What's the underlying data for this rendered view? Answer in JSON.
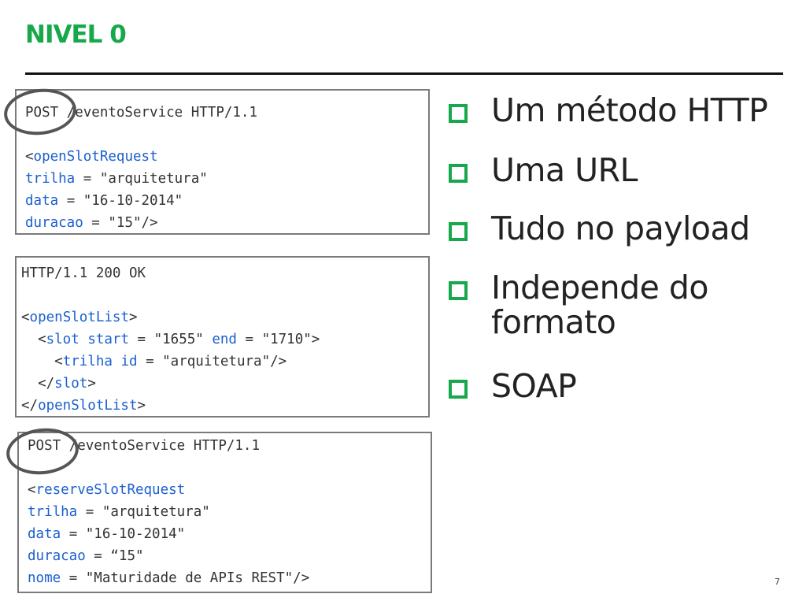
{
  "slide": {
    "title": "NIVEL 0",
    "page_number": "7"
  },
  "request1": {
    "line1": "POST /eventoService HTTP/1.1",
    "open_tag_prefix": "<",
    "open_tag_name": "openSlotRequest",
    "attr1_name": "trilha",
    "attr1_eq": " = ",
    "attr1_value": "\"arquitetura\"",
    "attr2_name": "data",
    "attr2_eq": " = ",
    "attr2_value": "\"16-10-2014\"",
    "attr3_name": "duracao",
    "attr3_eq": " = ",
    "attr3_value": "\"15\"/>"
  },
  "response": {
    "line1": "HTTP/1.1 200 OK",
    "l3_pre": "<",
    "l3_tag": "openSlotList",
    "l3_post": ">",
    "l4_pre": "  <",
    "l4_tag": "slot",
    "l4_attr1": "start",
    "l4_mid1": " = \"1655\" ",
    "l4_attr2": "end",
    "l4_mid2": " = \"1710\">",
    "l5_pre": "    <",
    "l5_tag": "trilha",
    "l5_attr": "id",
    "l5_post": " = \"arquitetura\"/>",
    "l6_pre": "  </",
    "l6_tag": "slot",
    "l6_post": ">",
    "l7_pre": "</",
    "l7_tag": "openSlotList",
    "l7_post": ">"
  },
  "request2": {
    "line1": "POST /eventoService HTTP/1.1",
    "open_tag_prefix": "<",
    "open_tag_name": "reserveSlotRequest",
    "attr1_name": "trilha",
    "attr1_rest": " = \"arquitetura\"",
    "attr2_name": "data",
    "attr2_rest": " = \"16-10-2014\"",
    "attr3_name": "duracao",
    "attr3_rest": " = “15\"",
    "attr4_name": "nome",
    "attr4_rest": " = \"Maturidade de APIs REST\"/>"
  },
  "bullets": [
    {
      "text": "Um método HTTP"
    },
    {
      "text": "Uma URL"
    },
    {
      "text": "Tudo no payload"
    },
    {
      "text": "Independe do formato"
    },
    {
      "text": "SOAP"
    }
  ],
  "colors": {
    "accent_green": "#17a84b",
    "code_keyword_blue": "#1a5fd0",
    "border_gray": "#7a7a7a"
  }
}
